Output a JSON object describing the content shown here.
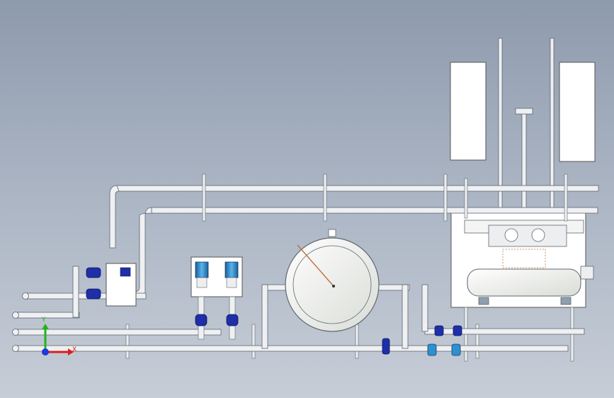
{
  "scene": {
    "view": "front",
    "colors": {
      "pipe_fill": "#eef0f2",
      "pipe_stroke": "#5e6670",
      "valve_blue": "#1e2fa8",
      "motor_blue": "#2f8fd0",
      "tank_fill": "#f4f5f3",
      "support": "#eceeef",
      "indicator": "#c0703a"
    }
  },
  "triad": {
    "x_label": "X",
    "y_label": "Y",
    "x_color": "#e01b1b",
    "y_color": "#1fb51f",
    "z_color": "#1f36e0"
  }
}
